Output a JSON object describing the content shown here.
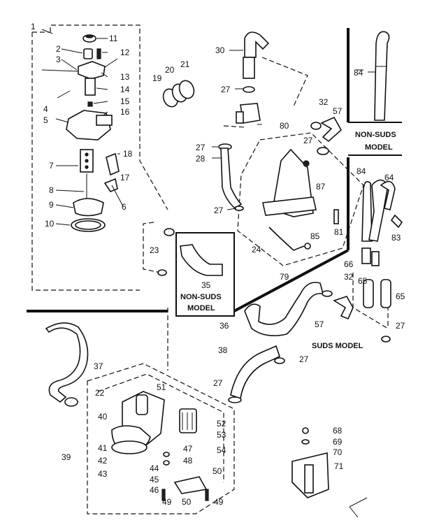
{
  "diagram": {
    "callouts": [
      {
        "id": "c1",
        "text": "1"
      },
      {
        "id": "c2",
        "text": "2"
      },
      {
        "id": "c3",
        "text": "3"
      },
      {
        "id": "c4",
        "text": "4"
      },
      {
        "id": "c5",
        "text": "5"
      },
      {
        "id": "c6",
        "text": "6"
      },
      {
        "id": "c7",
        "text": "7"
      },
      {
        "id": "c8",
        "text": "8"
      },
      {
        "id": "c9",
        "text": "9"
      },
      {
        "id": "c10",
        "text": "10"
      },
      {
        "id": "c11",
        "text": "11"
      },
      {
        "id": "c12",
        "text": "12"
      },
      {
        "id": "c13",
        "text": "13"
      },
      {
        "id": "c14",
        "text": "14"
      },
      {
        "id": "c15",
        "text": "15"
      },
      {
        "id": "c16",
        "text": "16"
      },
      {
        "id": "c17",
        "text": "17"
      },
      {
        "id": "c18",
        "text": "18"
      },
      {
        "id": "c19",
        "text": "19"
      },
      {
        "id": "c20",
        "text": "20"
      },
      {
        "id": "c21",
        "text": "21"
      },
      {
        "id": "c22",
        "text": "22"
      },
      {
        "id": "c23",
        "text": "23"
      },
      {
        "id": "c24",
        "text": "24"
      },
      {
        "id": "c27a",
        "text": "27"
      },
      {
        "id": "c27b",
        "text": "27"
      },
      {
        "id": "c27c",
        "text": "27"
      },
      {
        "id": "c27d",
        "text": "27"
      },
      {
        "id": "c27e",
        "text": "27"
      },
      {
        "id": "c27f",
        "text": "27"
      },
      {
        "id": "c27g",
        "text": "27"
      },
      {
        "id": "c28",
        "text": "28"
      },
      {
        "id": "c30",
        "text": "30"
      },
      {
        "id": "c32a",
        "text": "32"
      },
      {
        "id": "c32b",
        "text": "32"
      },
      {
        "id": "c35",
        "text": "35"
      },
      {
        "id": "c36",
        "text": "36"
      },
      {
        "id": "c37",
        "text": "37"
      },
      {
        "id": "c38",
        "text": "38"
      },
      {
        "id": "c39",
        "text": "39"
      },
      {
        "id": "c40",
        "text": "40"
      },
      {
        "id": "c41",
        "text": "41"
      },
      {
        "id": "c42",
        "text": "42"
      },
      {
        "id": "c43",
        "text": "43"
      },
      {
        "id": "c44",
        "text": "44"
      },
      {
        "id": "c45",
        "text": "45"
      },
      {
        "id": "c46",
        "text": "46"
      },
      {
        "id": "c47",
        "text": "47"
      },
      {
        "id": "c48",
        "text": "48"
      },
      {
        "id": "c49a",
        "text": "49"
      },
      {
        "id": "c49b",
        "text": "49"
      },
      {
        "id": "c50a",
        "text": "50"
      },
      {
        "id": "c50b",
        "text": "50"
      },
      {
        "id": "c51",
        "text": "51"
      },
      {
        "id": "c52",
        "text": "52"
      },
      {
        "id": "c53",
        "text": "53"
      },
      {
        "id": "c54",
        "text": "54"
      },
      {
        "id": "c57a",
        "text": "57"
      },
      {
        "id": "c57b",
        "text": "57"
      },
      {
        "id": "c64",
        "text": "64"
      },
      {
        "id": "c65a",
        "text": "65"
      },
      {
        "id": "c65b",
        "text": "65"
      },
      {
        "id": "c66",
        "text": "66"
      },
      {
        "id": "c68",
        "text": "68"
      },
      {
        "id": "c69",
        "text": "69"
      },
      {
        "id": "c70",
        "text": "70"
      },
      {
        "id": "c71",
        "text": "71"
      },
      {
        "id": "c79",
        "text": "79"
      },
      {
        "id": "c80",
        "text": "80"
      },
      {
        "id": "c81",
        "text": "81"
      },
      {
        "id": "c83",
        "text": "83"
      },
      {
        "id": "c84a",
        "text": "84"
      },
      {
        "id": "c84b",
        "text": "84"
      },
      {
        "id": "c85",
        "text": "85"
      },
      {
        "id": "c87",
        "text": "87"
      }
    ],
    "notes": {
      "non_suds_top_line1": "NON-SUDS",
      "non_suds_top_line2": "MODEL",
      "non_suds_mid_line1": "NON-SUDS",
      "non_suds_mid_line2": "MODEL",
      "suds_model": "SUDS MODEL"
    }
  }
}
